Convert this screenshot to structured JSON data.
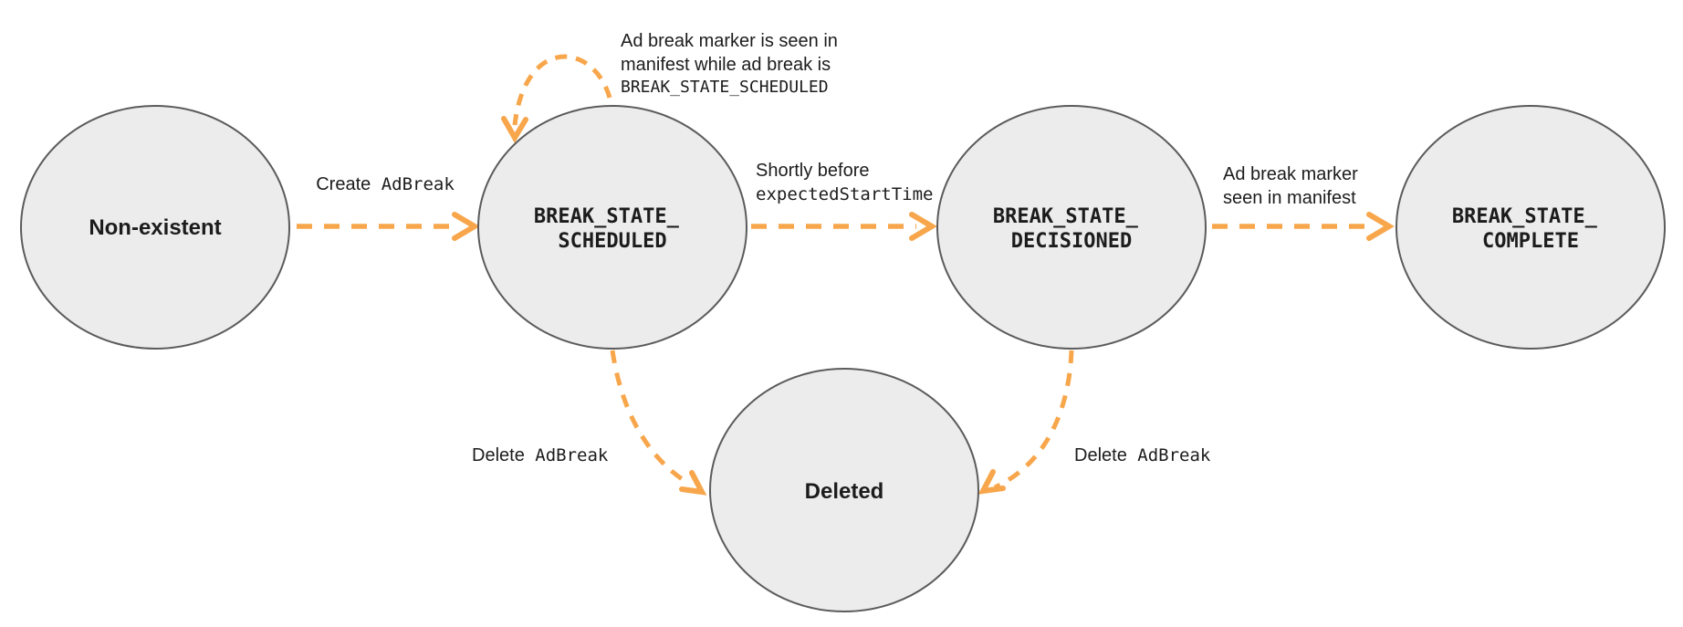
{
  "colors": {
    "arrow": "#F8A64B",
    "node_fill": "#ECECEC",
    "node_border": "#5B5B5B",
    "label_text": "#1C1C1C"
  },
  "nodes": {
    "non_existent": {
      "label": "Non-existent"
    },
    "scheduled": {
      "line1": "BREAK_STATE_",
      "line2": "SCHEDULED"
    },
    "decisioned": {
      "line1": "BREAK_STATE_",
      "line2": "DECISIONED"
    },
    "complete": {
      "line1": "BREAK_STATE_",
      "line2": "COMPLETE"
    },
    "deleted": {
      "label": "Deleted"
    }
  },
  "transitions": {
    "create": {
      "sans": "Create",
      "mono": "AdBreak"
    },
    "self_loop": {
      "line1": "Ad break marker is seen in",
      "line2": "manifest while ad break is",
      "line3": "BREAK_STATE_SCHEDULED"
    },
    "to_decisioned": {
      "line1": "Shortly before",
      "line2": "expectedStartTime"
    },
    "to_complete": {
      "line1": "Ad break marker",
      "line2": "seen in manifest"
    },
    "delete_from_scheduled": {
      "sans": "Delete",
      "mono": "AdBreak"
    },
    "delete_from_decisioned": {
      "sans": "Delete",
      "mono": "AdBreak"
    }
  }
}
